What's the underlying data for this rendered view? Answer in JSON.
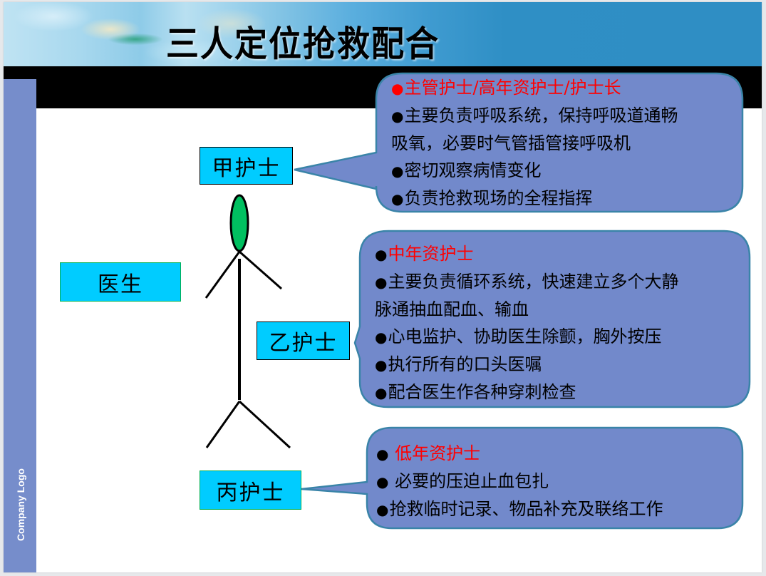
{
  "slide": {
    "title": "三人定位抢救配合",
    "company_logo": "Company Logo"
  },
  "labels": {
    "doctor": "医生",
    "nurse_a": "甲护士",
    "nurse_b": "乙护士",
    "nurse_c": "丙护士"
  },
  "callouts": {
    "nurse_a": {
      "heading": "主管护士/高年资护士/护士长",
      "lines": [
        "主要负责呼吸系统，保持呼吸道通畅",
        "吸氧，必要时气管插管接呼吸机",
        "密切观察病情变化",
        "负责抢救现场的全程指挥"
      ]
    },
    "nurse_b": {
      "heading": "中年资护士",
      "lines": [
        "主要负责循环系统，快速建立多个大静",
        "脉通抽血配血、输血",
        "心电监护、协助医生除颤，胸外按压",
        "执行所有的口头医嘱",
        "配合医生作各种穿刺检查"
      ]
    },
    "nurse_c": {
      "heading": "低年资护士",
      "lines": [
        " 必要的压迫止血包扎",
        "抢救临时记录、物品补充及联络工作"
      ]
    }
  },
  "bullet": "●",
  "colors": {
    "label_fill": "#00ccff",
    "callout_fill": "#7289cb",
    "callout_border": "#3a84a8",
    "heading_red": "#ff0000",
    "sidebar": "#768dcb",
    "banner_blue": "#2f8ec4",
    "head_green": "#00c060"
  }
}
